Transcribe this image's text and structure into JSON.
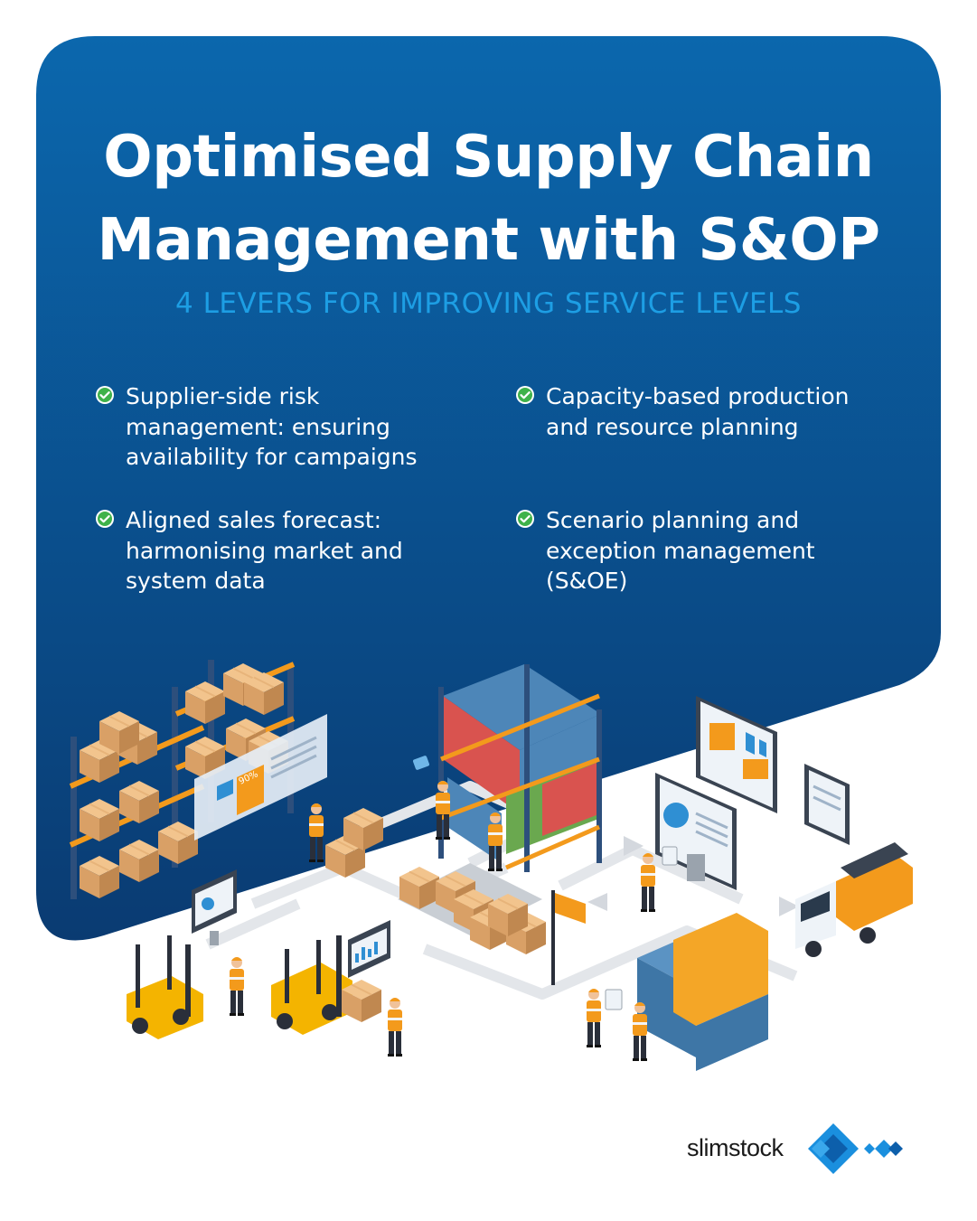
{
  "header": {
    "title_line1": "Optimised Supply Chain",
    "title_line2": "Management with S&OP",
    "subtitle": "4 LEVERS FOR IMPROVING SERVICE LEVELS"
  },
  "levers": [
    {
      "lines": [
        "Supplier-side risk",
        "management: ensuring",
        "availability for campaigns"
      ],
      "icon": "check-circle-icon"
    },
    {
      "lines": [
        "Capacity-based production",
        "and resource planning"
      ],
      "icon": "check-circle-icon"
    },
    {
      "lines": [
        "Aligned sales forecast:",
        "harmonising market and",
        "system data"
      ],
      "icon": "check-circle-icon"
    },
    {
      "lines": [
        "Scenario planning and",
        "exception management",
        "(S&OE)"
      ],
      "icon": "check-circle-icon"
    }
  ],
  "illustration": {
    "rack_panel_text": "90%"
  },
  "brand": {
    "name": "slimstock"
  },
  "colors": {
    "panel_top": "#0b66ab",
    "panel_bottom": "#0a3a70",
    "subtitle": "#1d9ee4",
    "check": "#3fb24a",
    "accent_orange": "#f39a1c",
    "logo_blue": "#1a8fde"
  }
}
